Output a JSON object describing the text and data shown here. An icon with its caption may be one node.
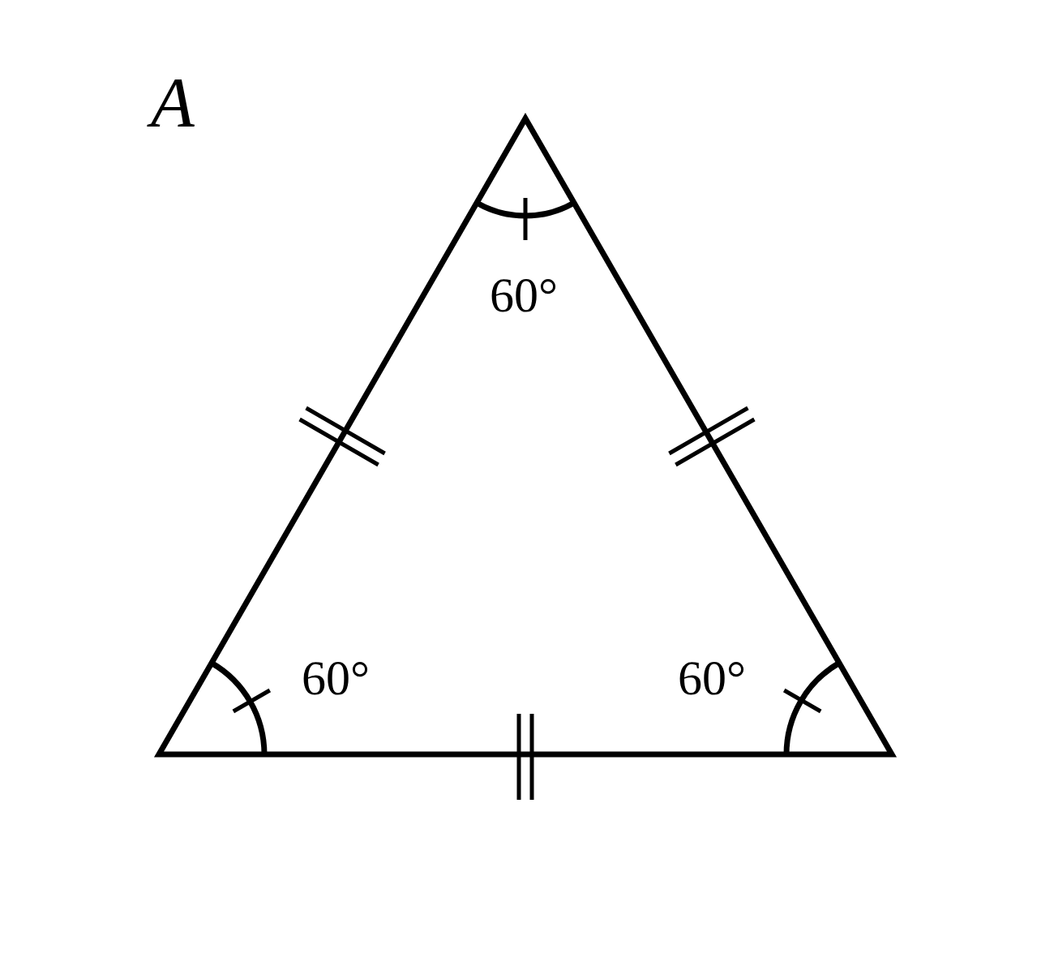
{
  "diagram": {
    "labels": [
      "A",
      "60°",
      "60°",
      "60°"
    ]
  }
}
